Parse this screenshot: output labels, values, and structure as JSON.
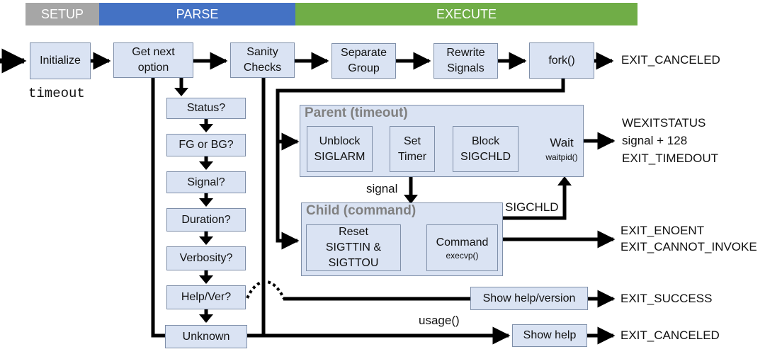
{
  "colors": {
    "setup": "#a6a6a6",
    "parse": "#4472c4",
    "execute": "#70ad47",
    "box_fill": "#dae3f3",
    "box_border": "#7f8fa9",
    "panel_title": "#808080",
    "flow_arrow": "#000000",
    "inner_arrow": "#808080"
  },
  "phases": {
    "setup": "SETUP",
    "parse": "PARSE",
    "execute": "EXECUTE"
  },
  "labels": {
    "timeout": "timeout",
    "signal": "signal",
    "sigchld": "SIGCHLD",
    "usage": "usage()"
  },
  "steps": {
    "initialize": "Initialize",
    "get_next_line1": "Get next",
    "get_next_line2": "option",
    "sanity_line1": "Sanity",
    "sanity_line2": "Checks",
    "separate_line1": "Separate",
    "separate_line2": "Group",
    "rewrite_line1": "Rewrite",
    "rewrite_line2": "Signals",
    "fork": "fork()"
  },
  "options": {
    "status": "Status?",
    "fg_bg": "FG or BG?",
    "signal": "Signal?",
    "duration": "Duration?",
    "verbosity": "Verbosity?",
    "help_ver": "Help/Ver?",
    "unknown": "Unknown"
  },
  "parent": {
    "title": "Parent (timeout)",
    "unblock_line1": "Unblock",
    "unblock_line2": "SIGLARM",
    "set_line1": "Set",
    "set_line2": "Timer",
    "block_line1": "Block",
    "block_line2": "SIGCHLD",
    "wait": "Wait",
    "wait_sub": "waitpid()"
  },
  "child": {
    "title": "Child (command)",
    "reset_line1": "Reset",
    "reset_line2": "SIGTTIN &",
    "reset_line3": "SIGTTOU",
    "command": "Command",
    "command_sub": "execvp()"
  },
  "show": {
    "help_version": "Show help/version",
    "help": "Show help"
  },
  "exits": {
    "fork_canceled": "EXIT_CANCELED",
    "wexitstatus": "WEXITSTATUS",
    "signal_128": "signal + 128",
    "timedout": "EXIT_TIMEDOUT",
    "enoent": "EXIT_ENOENT",
    "cannot_invoke": "EXIT_CANNOT_INVOKE",
    "success": "EXIT_SUCCESS",
    "help_canceled": "EXIT_CANCELED"
  }
}
